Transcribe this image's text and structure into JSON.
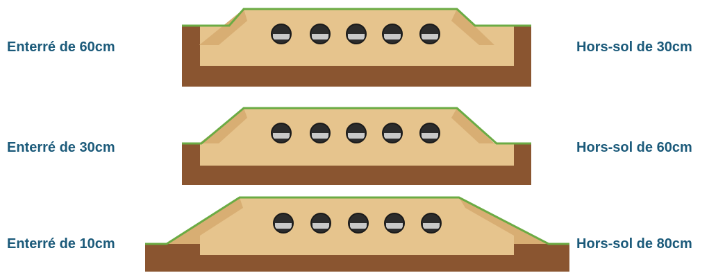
{
  "rows": [
    {
      "left_label": "Enterré de 60cm",
      "right_label": "Hors-sol de 30cm",
      "pipe_count": 5
    },
    {
      "left_label": "Enterré de 30cm",
      "right_label": "Hors-sol de 60cm",
      "pipe_count": 5
    },
    {
      "left_label": "Enterré de 10cm",
      "right_label": "Hors-sol de 80cm",
      "pipe_count": 5
    }
  ],
  "colors": {
    "label": "#1b5a7a",
    "soil_dark": "#8a5530",
    "soil_edge": "#6e4124",
    "sand": "#e6c48d",
    "sand_slope": "#d8ae73",
    "grass": "#6bab44",
    "pipe_dark": "#2c2c2c",
    "pipe_light": "#c9c9c9"
  }
}
